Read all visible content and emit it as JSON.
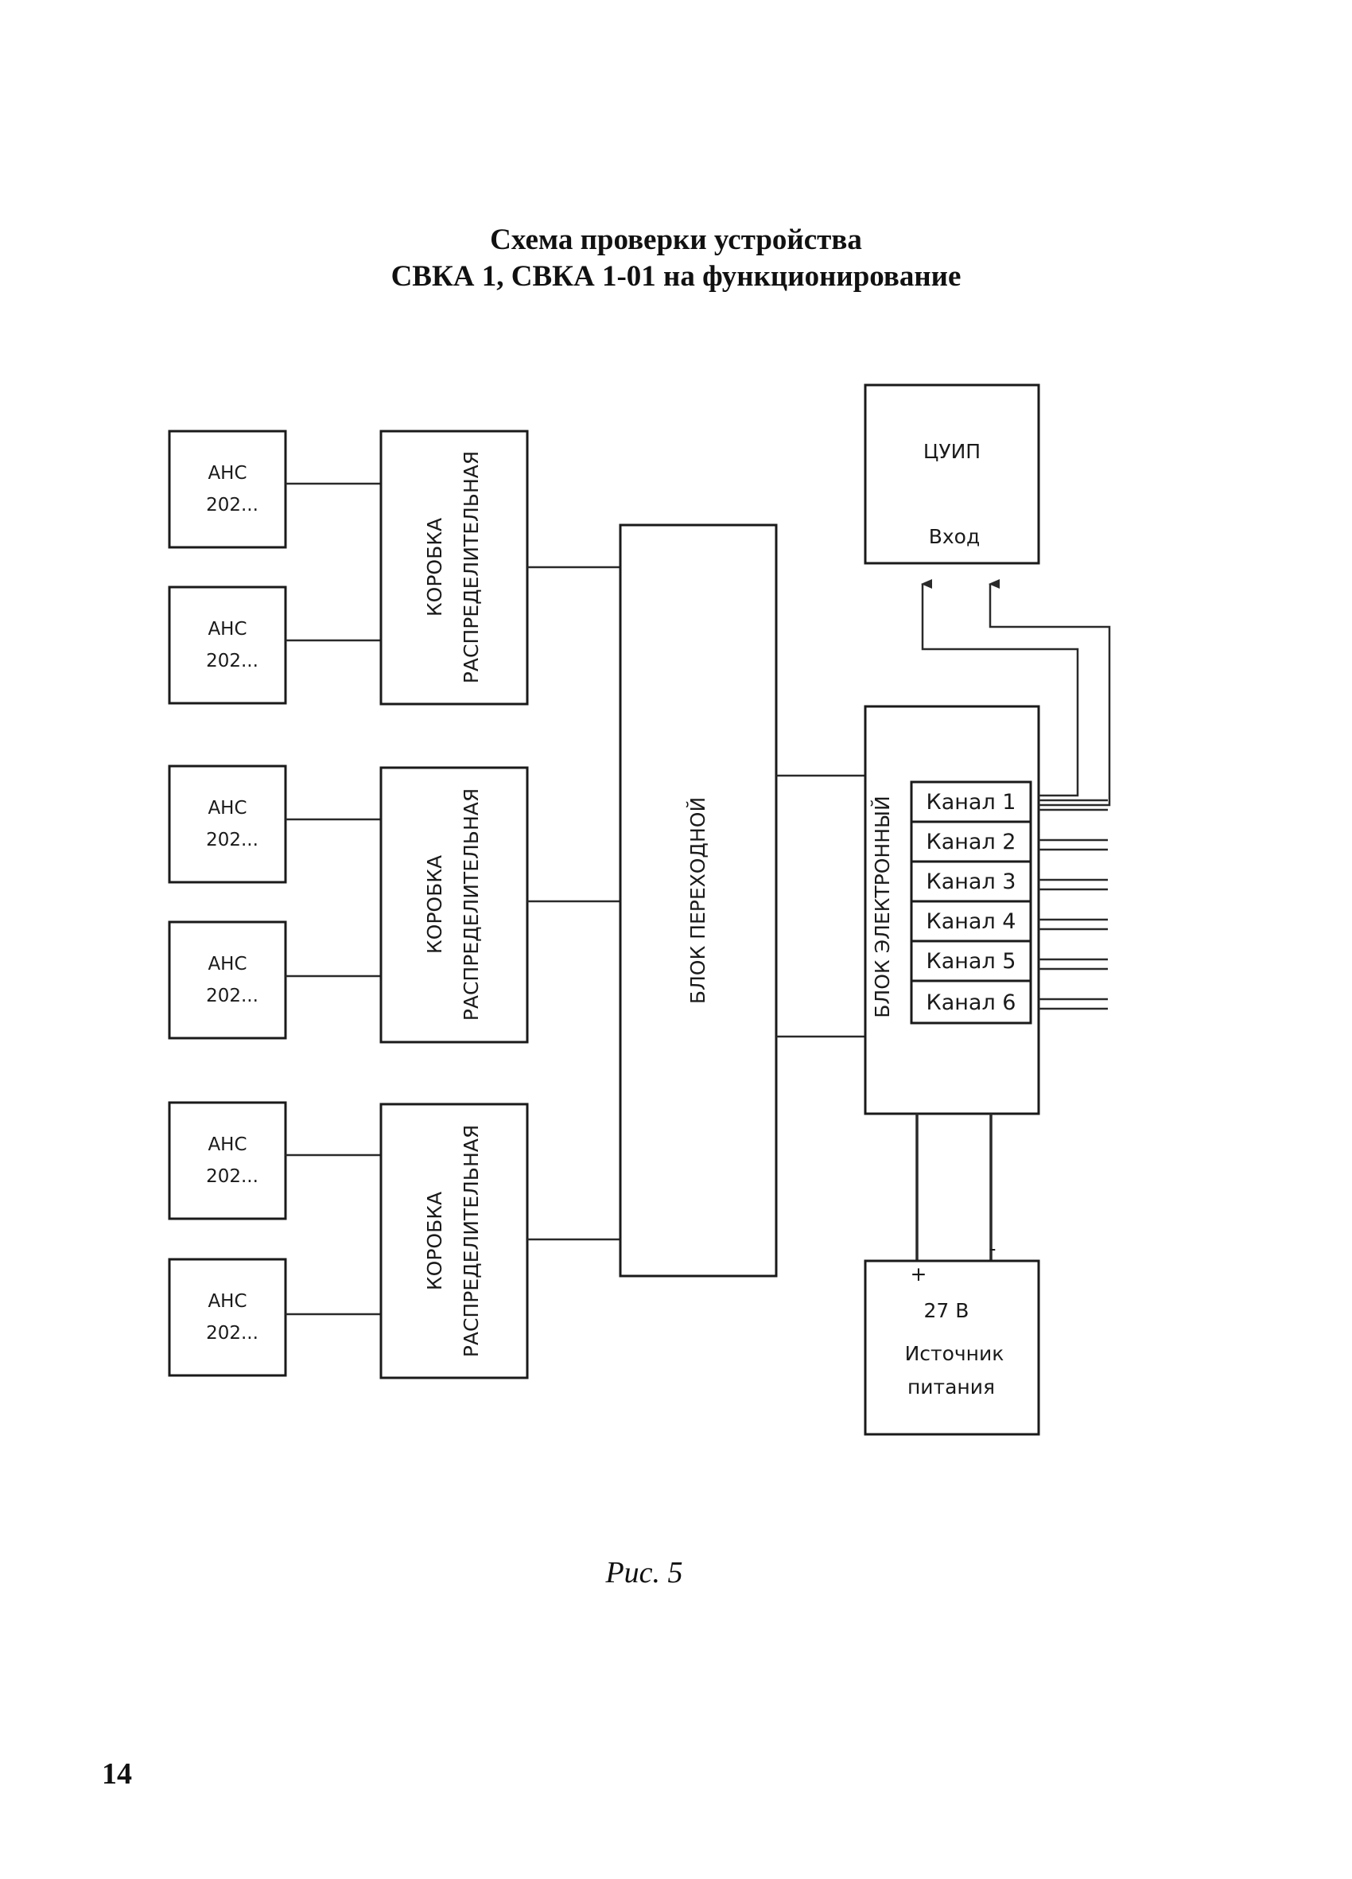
{
  "title": {
    "line1": "Схема проверки устройства",
    "line2": "СВКА 1, СВКА 1-01 на функционирование"
  },
  "sensors": [
    {
      "line1": "АНС",
      "line2": "202..."
    },
    {
      "line1": "АНС",
      "line2": "202..."
    },
    {
      "line1": "АНС",
      "line2": "202..."
    },
    {
      "line1": "АНС",
      "line2": "202..."
    },
    {
      "line1": "АНС",
      "line2": "202..."
    },
    {
      "line1": "АНС",
      "line2": "202..."
    }
  ],
  "junction_boxes": [
    {
      "line1": "КОРОБКА",
      "line2": "РАСПРЕДЕЛИТЕЛЬНАЯ"
    },
    {
      "line1": "КОРОБКА",
      "line2": "РАСПРЕДЕЛИТЕЛЬНАЯ"
    },
    {
      "line1": "КОРОБКА",
      "line2": "РАСПРЕДЕЛИТЕЛЬНАЯ"
    }
  ],
  "adapter_block": "БЛОК ПЕРЕХОДНОЙ",
  "electronic_block": "БЛОК ЭЛЕКТРОННЫЙ",
  "channels": [
    "Канал 1",
    "Канал 2",
    "Канал 3",
    "Канал 4",
    "Канал 5",
    "Канал 6"
  ],
  "meter": {
    "name": "ЦУИП",
    "input": "Вход"
  },
  "power": {
    "plus": "+",
    "minus": "-",
    "voltage": "27 В",
    "line1": "Источник",
    "line2": "питания"
  },
  "caption": "Рис. 5",
  "page_number": "14"
}
